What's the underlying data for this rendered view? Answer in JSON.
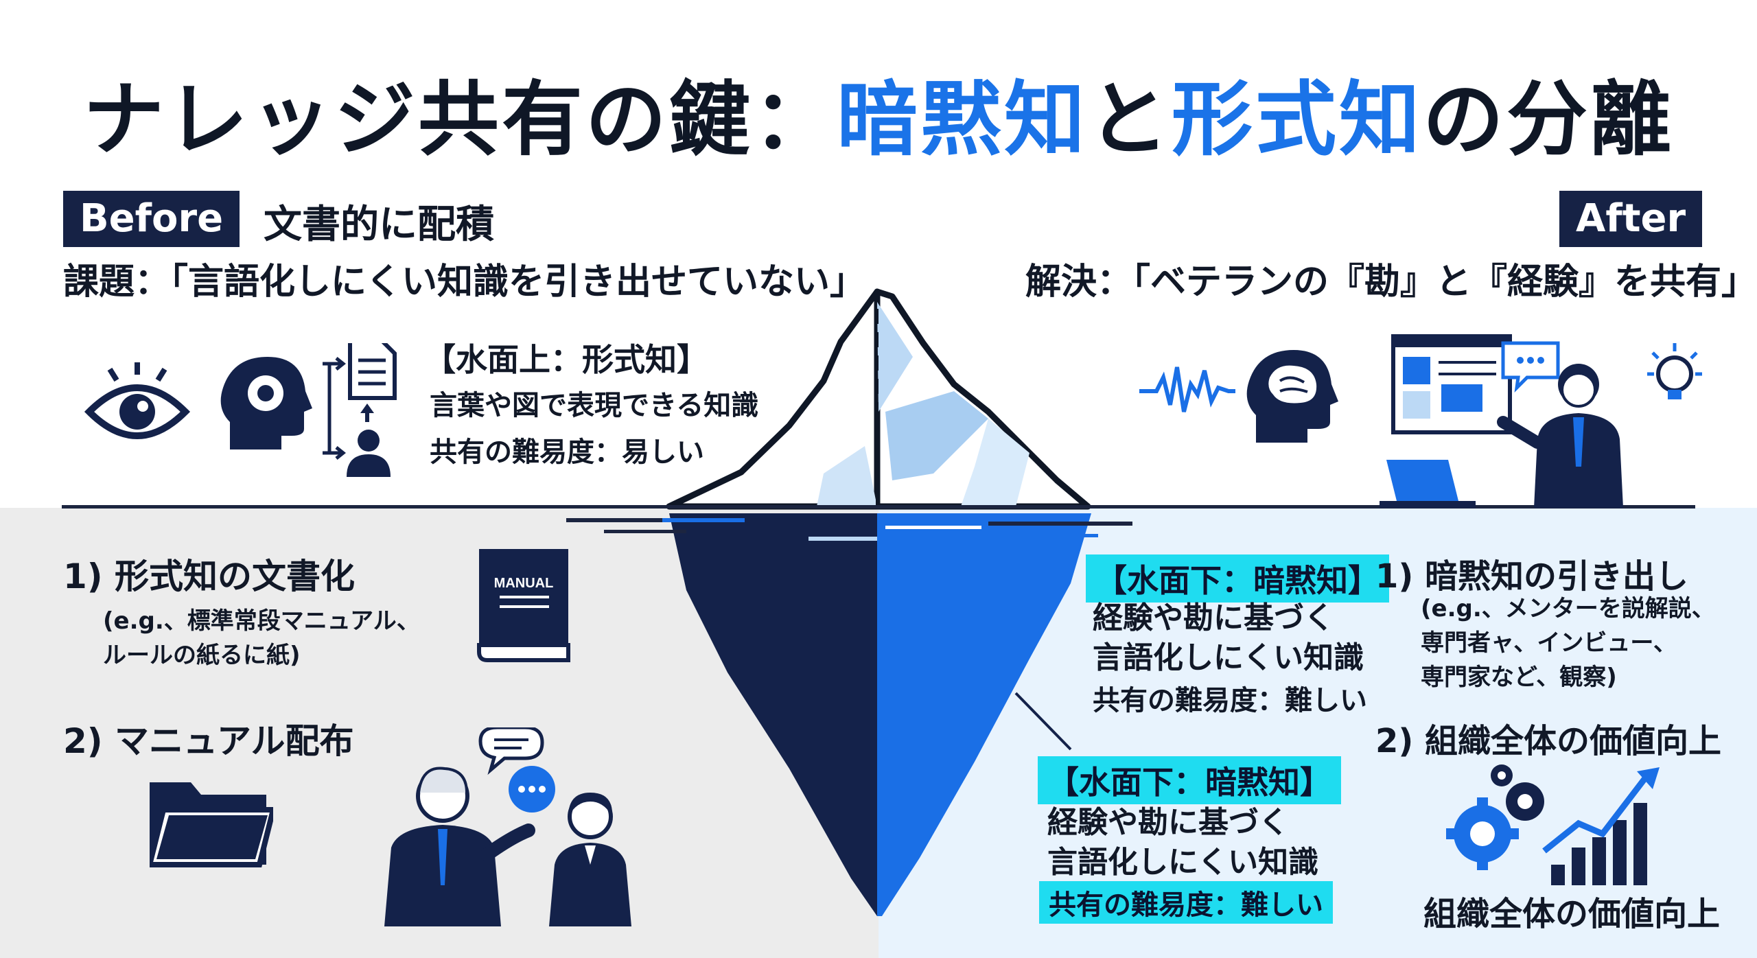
{
  "title": {
    "part1": "ナレッジ共有の鍵：",
    "part2": "暗黙知",
    "part3": "と",
    "part4": "形式知",
    "part5": "の分離"
  },
  "before": {
    "tag": "Before",
    "caption": "文書的に配積",
    "issue": "課題：「言語化しにくい知識を引き出せていない」"
  },
  "after": {
    "tag": "After",
    "solution": "解決：「ベテランの『勘』と『経験』を共有」"
  },
  "above_water": {
    "heading": "【水面上：形式知】",
    "desc": "言葉や図で表現できる知識",
    "difficulty": "共有の難易度：易しい"
  },
  "below_water_1": {
    "heading": "【水面下：暗黙知】",
    "desc_line1": "経験や勘に基づく",
    "desc_line2": "言語化しにくい知識",
    "difficulty": "共有の難易度：難しい"
  },
  "below_water_2": {
    "heading": "【水面下：暗黙知】",
    "desc_line1": "経験や勘に基づく",
    "desc_line2": "言語化しにくい知識",
    "difficulty": "共有の難易度：難しい"
  },
  "left_list": {
    "step1": "1) 形式知の文書化",
    "step1_ex_line1": "(e.g.、標準常段マニュアル、",
    "step1_ex_line2": "ルールの紙るに紙)",
    "step2": "2) マニュアル配布",
    "book_label": "MANUAL"
  },
  "right_list": {
    "step1": "1) 暗黙知の引き出し",
    "step1_ex_line1": "(e.g.、メンターを説解説、",
    "step1_ex_line2": "専門者ャ、インビュー、",
    "step1_ex_line3": "専門家など、観察)",
    "step2": "2) 組織全体の価値向上",
    "value_caption": "組織全体の価値向上"
  },
  "colors": {
    "navy": "#162245",
    "accent_blue": "#1a73e8",
    "cyan_highlight": "#1fdcf0",
    "iceberg_dark": "#14224a",
    "iceberg_bright": "#1a6fe6"
  },
  "icons": [
    "eye-icon",
    "gear-head-icon",
    "document-icon",
    "person-icon",
    "waveform-icon",
    "brain-head-icon",
    "presenter-icon",
    "lightbulb-icon",
    "manual-book-icon",
    "folder-icon",
    "mentor-conversation-icon",
    "gears-icon",
    "growth-chart-icon"
  ]
}
